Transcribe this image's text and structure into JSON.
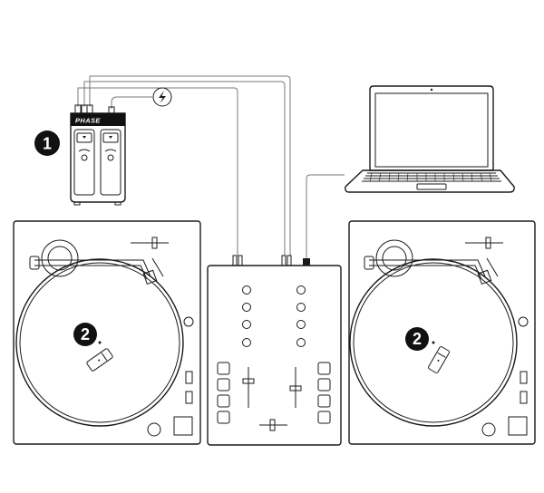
{
  "hub": {
    "brand": "PHASE",
    "badge": "1",
    "power_icon": "lightning-bolt-icon"
  },
  "turntables": [
    {
      "side": "left",
      "badge": "2"
    },
    {
      "side": "right",
      "badge": "2"
    }
  ],
  "colors": {
    "line": "#1a1a1a",
    "cable": "#7a7a7a",
    "background": "#ffffff",
    "badge_fill": "#111111"
  }
}
